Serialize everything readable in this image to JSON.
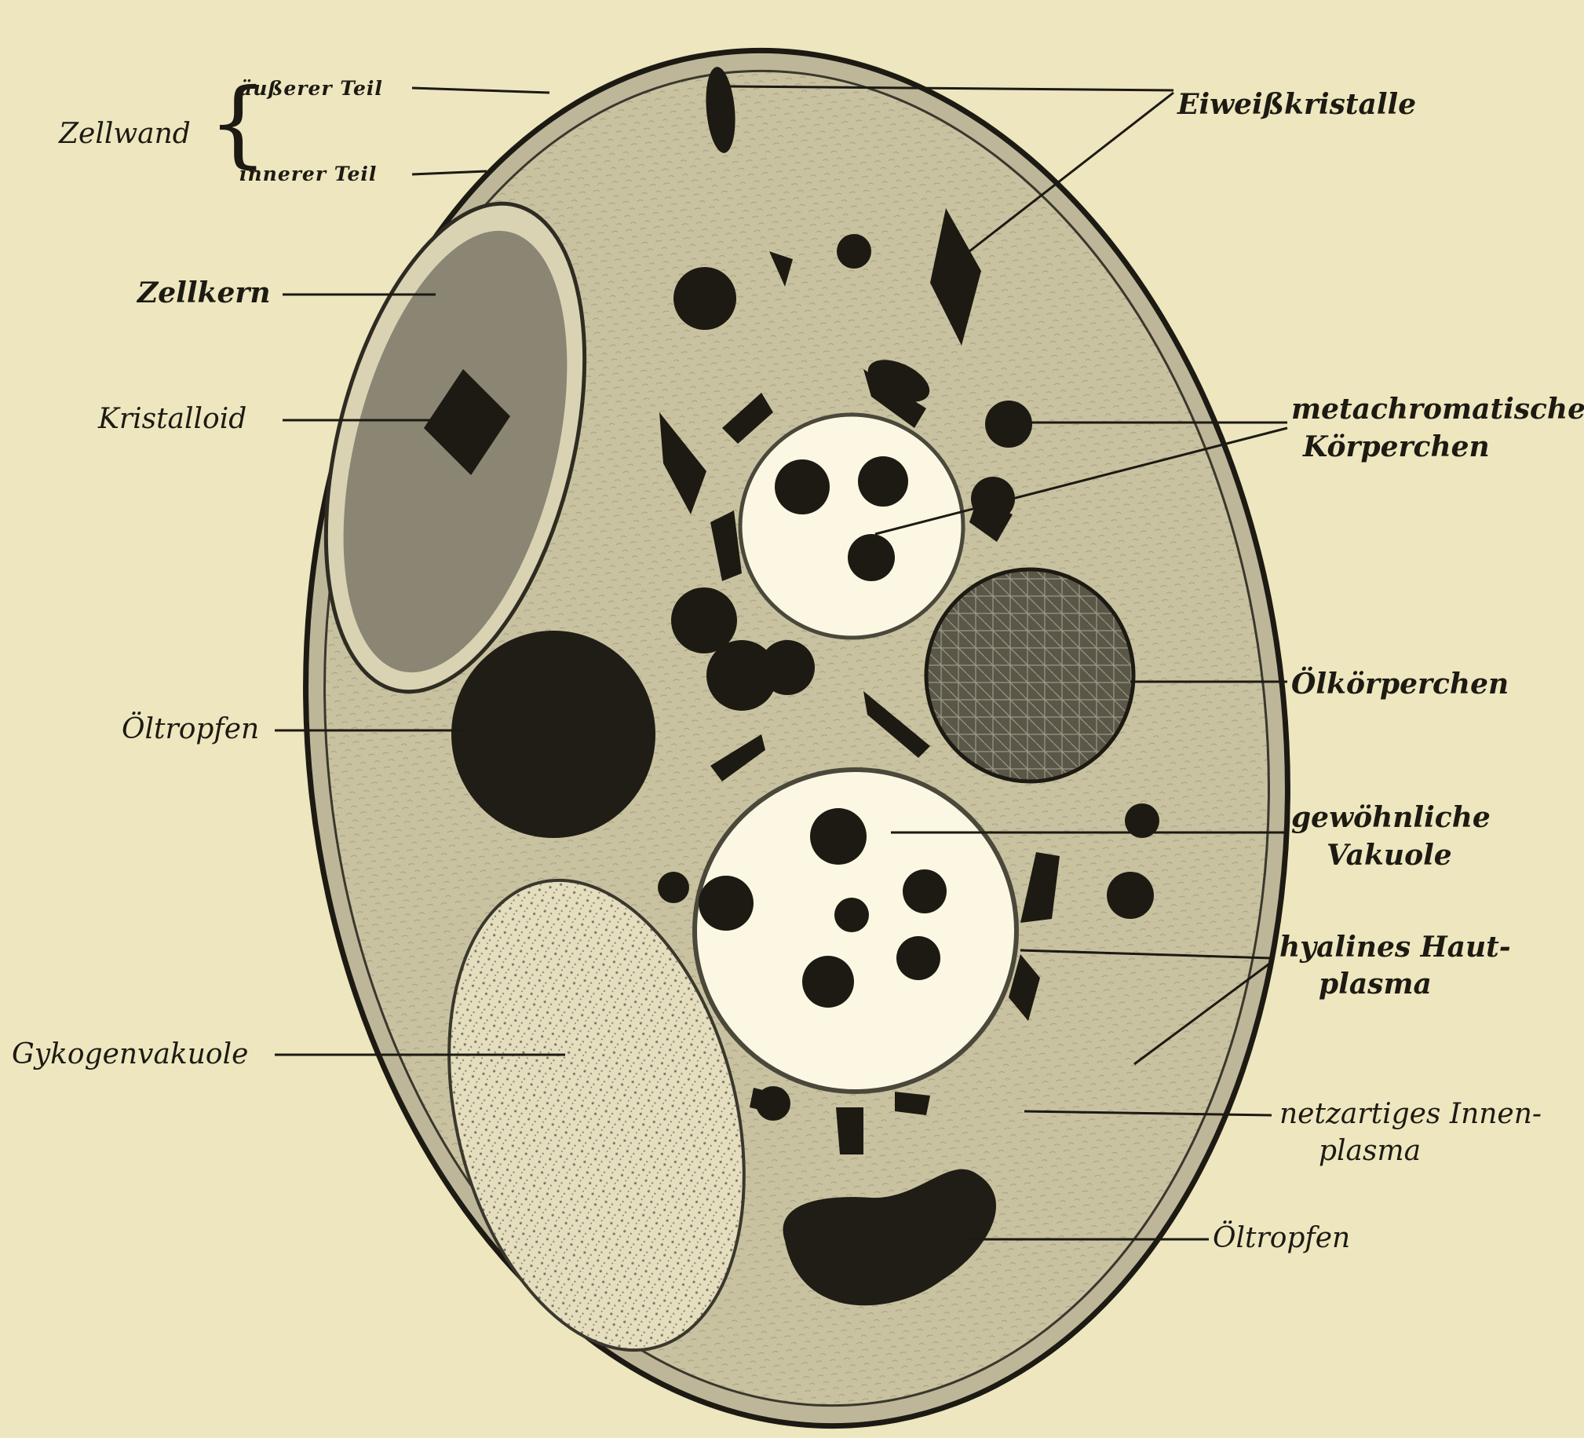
{
  "labels": {
    "zellwand": "Zellwand",
    "aeusserer_teil": "äußerer Teil",
    "innerer_teil": "innerer Teil",
    "zellkern": "Zellkern",
    "kristalloid": "Kristalloid",
    "oeltropfen_left": "Öltropfen",
    "gykogenvakuole": "Gykogenvakuole",
    "eiweisskristalle": "Eiweißkristalle",
    "metachromatische_1": "metachromatische",
    "metachromatische_2": "Körperchen",
    "oelkoerperchen": "Ölkörperchen",
    "gewoehnliche_1": "gewöhnliche",
    "gewoehnliche_2": "Vakuole",
    "hyalines_1": "hyalines Haut-",
    "hyalines_2": "plasma",
    "netzartiges_1": "netzartiges Innen-",
    "netzartiges_2": "plasma",
    "oeltropfen_right": "Öltropfen"
  },
  "colors": {
    "paper": "#ede6bf",
    "cytoplasm": "#cfc8a6",
    "ink": "#1c1a12",
    "vacuole": "#fbf7e2",
    "nucleus": "#8d8a76"
  }
}
